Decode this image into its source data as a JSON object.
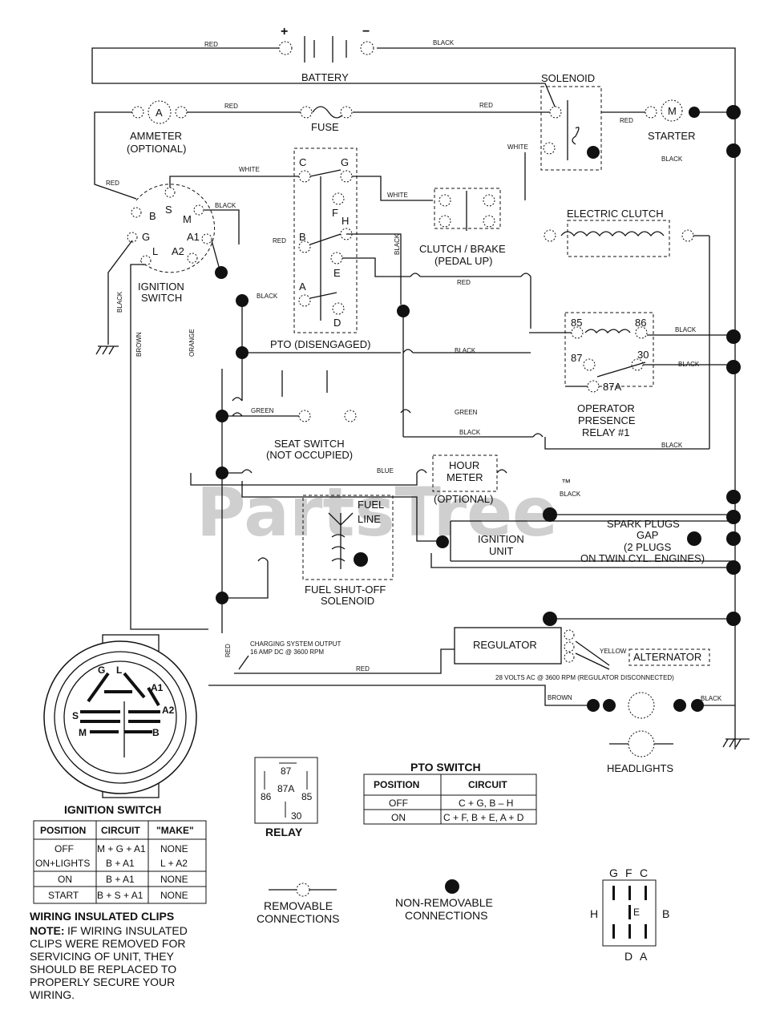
{
  "watermark": "PartsTree",
  "watermark_tm": "™",
  "battery": {
    "plus": "+",
    "minus": "−",
    "label": "BATTERY"
  },
  "components": {
    "solenoid": "SOLENOID",
    "starter": "STARTER",
    "starter_m": "M",
    "ammeter_a": "A",
    "ammeter": "AMMETER",
    "ammeter_opt": "(OPTIONAL)",
    "fuse": "FUSE",
    "ignition_switch_1": "IGNITION",
    "ignition_switch_2": "SWITCH",
    "clutch_brake_1": "CLUTCH / BRAKE",
    "clutch_brake_2": "(PEDAL UP)",
    "electric_clutch": "ELECTRIC CLUTCH",
    "pto": "PTO (DISENGAGED)",
    "relay_1": "OPERATOR",
    "relay_2": "PRESENCE",
    "relay_3": "RELAY #1",
    "seat_1": "SEAT SWITCH",
    "seat_2": "(NOT OCCUPIED)",
    "hour_1": "HOUR",
    "hour_2": "METER",
    "hour_3": "(OPTIONAL)",
    "fuel_line_1": "FUEL",
    "fuel_line_2": "LINE",
    "ign_unit_1": "IGNITION",
    "ign_unit_2": "UNIT",
    "spark_1": "SPARK PLUGS",
    "spark_2": "GAP",
    "spark_3": "(2 PLUGS",
    "spark_4": "ON TWIN CYL. ENGINES)",
    "fuel_sol_1": "FUEL SHUT-OFF",
    "fuel_sol_2": "SOLENOID",
    "regulator": "REGULATOR",
    "alternator": "ALTERNATOR",
    "alt_note": "28 VOLTS AC @ 3600 RPM (REGULATOR DISCONNECTED)",
    "charging_1": "CHARGING SYSTEM OUTPUT",
    "charging_2": "16 AMP DC @ 3600 RPM",
    "headlights": "HEADLIGHTS"
  },
  "terminals": {
    "ign": [
      "B",
      "S",
      "M",
      "G",
      "A1",
      "A2",
      "L"
    ],
    "pto": [
      "C",
      "G",
      "F",
      "H",
      "B",
      "E",
      "A",
      "D"
    ],
    "relay": [
      "85",
      "86",
      "87",
      "30",
      "87A"
    ]
  },
  "wire_colors": {
    "red": "RED",
    "black": "BLACK",
    "white": "WHITE",
    "green": "GREEN",
    "brown": "BROWN",
    "orange": "ORANGE",
    "blue": "BLUE",
    "yellow": "YELLOW"
  },
  "ign_face": {
    "G": "G",
    "L": "L",
    "A1": "A1",
    "A2": "A2",
    "S": "S",
    "M": "M",
    "B": "B"
  },
  "ign_table": {
    "title": "IGNITION SWITCH",
    "headers": [
      "POSITION",
      "CIRCUIT",
      "\"MAKE\""
    ],
    "rows": [
      [
        "OFF",
        "M + G + A1",
        "NONE"
      ],
      [
        "ON+LIGHTS",
        "B + A1",
        "L + A2"
      ],
      [
        "ON",
        "B + A1",
        "NONE"
      ],
      [
        "START",
        "B + S + A1",
        "NONE"
      ]
    ]
  },
  "relay_legend": {
    "t87": "87",
    "t87a": "87A",
    "t86": "86",
    "t85": "85",
    "t30": "30",
    "label": "RELAY"
  },
  "pto_table": {
    "title": "PTO SWITCH",
    "headers": [
      "POSITION",
      "CIRCUIT"
    ],
    "rows": [
      [
        "OFF",
        "C + G, B – H"
      ],
      [
        "ON",
        "C + F, B + E, A + D"
      ]
    ]
  },
  "legend": {
    "removable_1": "REMOVABLE",
    "removable_2": "CONNECTIONS",
    "nonremovable_1": "NON-REMOVABLE",
    "nonremovable_2": "CONNECTIONS"
  },
  "pto_face": {
    "G": "G",
    "F": "F",
    "C": "C",
    "H": "H",
    "E": "E",
    "B": "B",
    "D": "D",
    "A": "A"
  },
  "clips_note": {
    "title": "WIRING INSULATED CLIPS",
    "note_label": "NOTE:",
    "lines": [
      "IF WIRING INSULATED",
      "CLIPS WERE REMOVED FOR",
      "SERVICING OF UNIT, THEY",
      "SHOULD BE REPLACED TO",
      "PROPERLY SECURE YOUR",
      "WIRING."
    ]
  }
}
